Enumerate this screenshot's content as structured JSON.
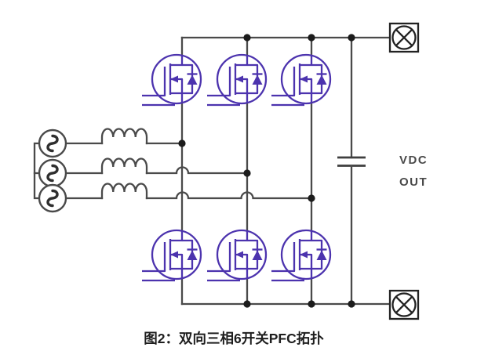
{
  "figure": {
    "caption": "图2：双向三相6开关PFC拓扑",
    "vdc_line1": "VDC",
    "vdc_line2": "OUT"
  },
  "colors": {
    "wire": "#4a4a4a",
    "mosfet": "#4c33ae",
    "terminal_symbol": "#222222",
    "junction_dot": "#1c1c1c",
    "vdc_text": "#4a4a4a",
    "caption_text": "#1e1e1e",
    "background": "#ffffff"
  },
  "components": {
    "ac_sources": [
      "phase-a-ac-source",
      "phase-b-ac-source",
      "phase-c-ac-source"
    ],
    "inductors": [
      "phase-a-inductor",
      "phase-b-inductor",
      "phase-c-inductor"
    ],
    "mosfets": [
      "high-side-mosfet-a",
      "high-side-mosfet-b",
      "high-side-mosfet-c",
      "low-side-mosfet-a",
      "low-side-mosfet-b",
      "low-side-mosfet-c"
    ],
    "capacitor": "dc-link-capacitor",
    "terminals": [
      "dc-positive-terminal",
      "dc-negative-terminal"
    ]
  }
}
